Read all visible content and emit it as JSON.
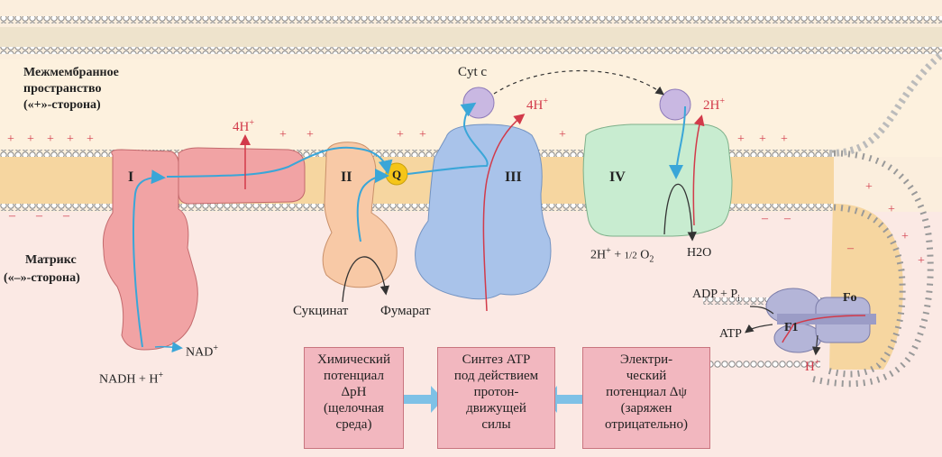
{
  "labels": {
    "ims_line1": "Межмембранное",
    "ims_line2": "пространство",
    "ims_line3": "(«+»-сторона)",
    "matrix_line1": "Матрикс",
    "matrix_line2": "(«–»-сторона)",
    "complex_1": "I",
    "complex_2": "II",
    "complex_3": "III",
    "complex_4": "IV",
    "q": "Q",
    "cyt_c": "Cyt c",
    "h_4a": "4H",
    "h_4b": "4H",
    "h_2": "2H",
    "plus_sup": "+",
    "nadh": "NADH + H",
    "nad": "NAD",
    "succinate": "Сукцинат",
    "fumarate": "Фумарат",
    "o2_pre": "2H",
    "o2_mid": " + ",
    "o2_half": "1/2",
    "o2_o": "O",
    "o2_sub": "2",
    "h2o": "H2O",
    "adp": "ADP + P",
    "adp_sub": "i",
    "atp": "ATP",
    "f1": "F1",
    "fo": "Fo",
    "h_out": "H",
    "plus_sign": "+",
    "minus_sign": "–"
  },
  "boxes": {
    "chem": [
      "Химический",
      "потенциал",
      "ΔpH",
      "(щелочная",
      "среда)"
    ],
    "synth": [
      "Синтез ATP",
      "под действием",
      "протон-",
      "движущей",
      "силы"
    ],
    "elec": [
      "Электри-",
      "ческий",
      "потенциал Δψ",
      "(заряжен",
      "отрицательно)"
    ]
  },
  "colors": {
    "complex_1": "#f1a3a4",
    "complex_2": "#f8c9a6",
    "complex_3": "#a9c3ea",
    "complex_4": "#c8ecd0",
    "atp_synthase": "#b4b5d8",
    "cyt_c": "#c9b8e2",
    "q": "#f5c518",
    "electron_path": "#3aa6d8",
    "proton_path": "#d23a4a",
    "membrane": "#fbe6c6",
    "box": "#f2b7bf"
  }
}
